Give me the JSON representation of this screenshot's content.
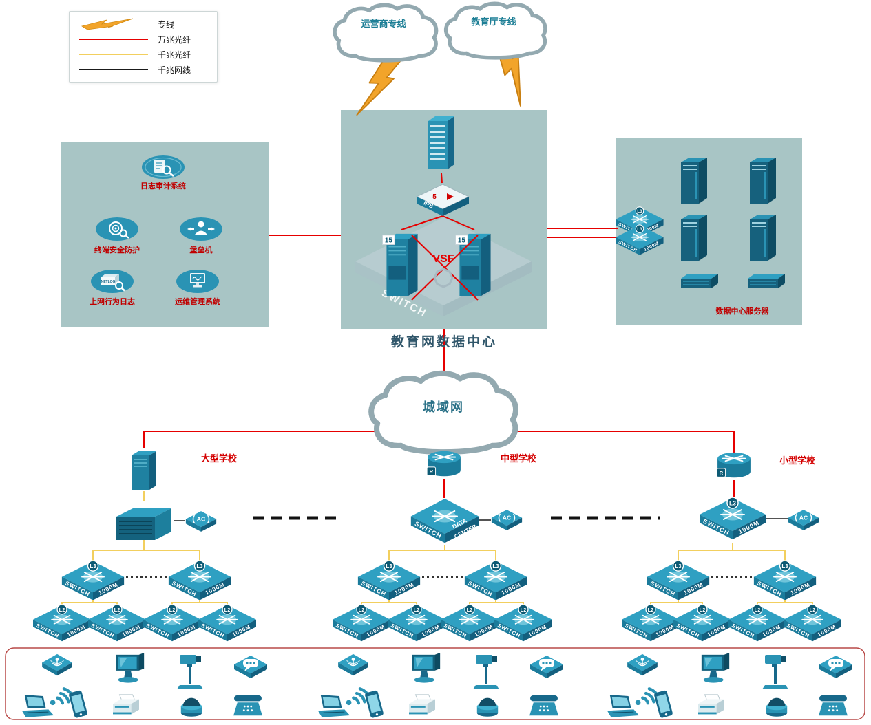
{
  "legend": {
    "items": [
      {
        "label": "专线"
      },
      {
        "label": "万兆光纤",
        "color": "#e60000"
      },
      {
        "label": "千兆光纤",
        "color": "#f2cf5e"
      },
      {
        "label": "千兆网线",
        "color": "#1a1a1a"
      }
    ]
  },
  "clouds": {
    "carrier": "运营商专线",
    "edu": "教育厅专线",
    "man": "城域网"
  },
  "datacenter": {
    "title": "教育网数据中心",
    "vsf": "VSF",
    "ips": "IPS",
    "ips_led": "5",
    "switch_watermark": "SWITCH"
  },
  "security": {
    "log_audit": "日志审计系统",
    "terminal": "终端安全防护",
    "bastion": "堡垒机",
    "netlog": "上网行为日志",
    "netlog_badge": "NETLOG",
    "ops": "运维管理系统"
  },
  "server_room": {
    "label": "数据中心服务器"
  },
  "schools": {
    "large": "大型学校",
    "medium": "中型学校",
    "small": "小型学校"
  },
  "device_labels": {
    "switch": "SWITCH",
    "speed": "1000M",
    "l3": "L3",
    "l2": "L2",
    "ac": "AC",
    "router_badge": "R",
    "dc_line1": "DATA",
    "dc_line2": "CENTER",
    "server_badge": "15"
  },
  "colors": {
    "line_10g": "#e60000",
    "line_1g_fiber": "#f2cf5e",
    "line_1g_copper": "#1a1a1a",
    "device_teal": "#2a93b4",
    "panel_bg": "#a8c5c5"
  }
}
